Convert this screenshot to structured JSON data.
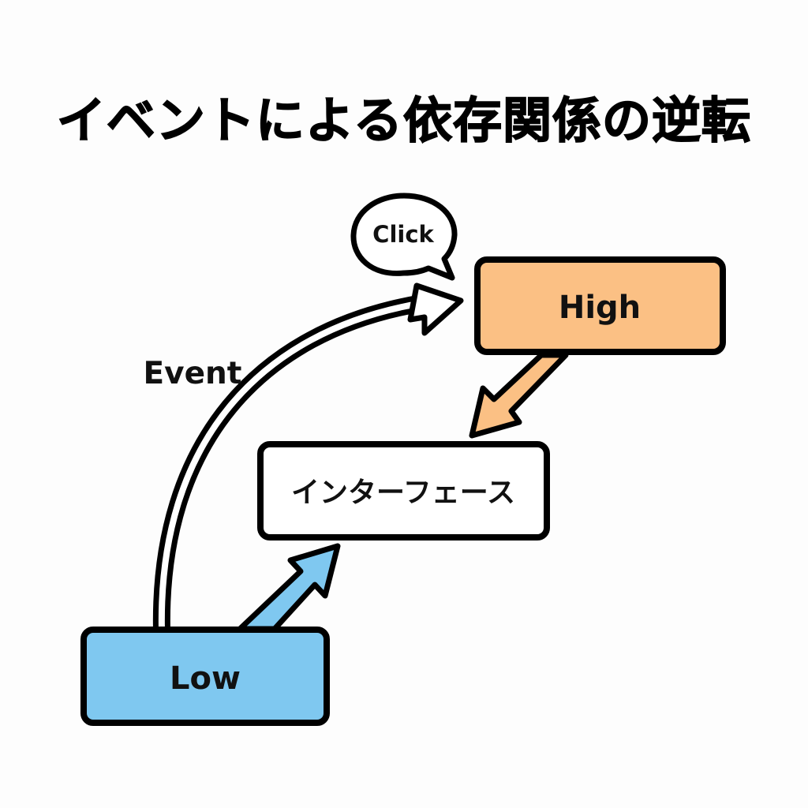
{
  "title": "イベントによる依存関係の逆転",
  "nodes": {
    "high": {
      "label": "High",
      "fill": "#FBC084"
    },
    "interface": {
      "label": "インターフェース",
      "fill": "#FFFFFF"
    },
    "low": {
      "label": "Low",
      "fill": "#7FC8F0"
    }
  },
  "edges": {
    "event": {
      "label": "Event",
      "from": "low",
      "to": "high",
      "fill": "#FFFFFF"
    },
    "high_to_interface": {
      "from": "high",
      "to": "interface",
      "fill": "#FBC084"
    },
    "low_to_interface": {
      "from": "low",
      "to": "interface",
      "fill": "#7FC8F0"
    }
  },
  "callout": {
    "label": "Click"
  },
  "colors": {
    "stroke": "#000000",
    "background": "#FDFDFD"
  }
}
